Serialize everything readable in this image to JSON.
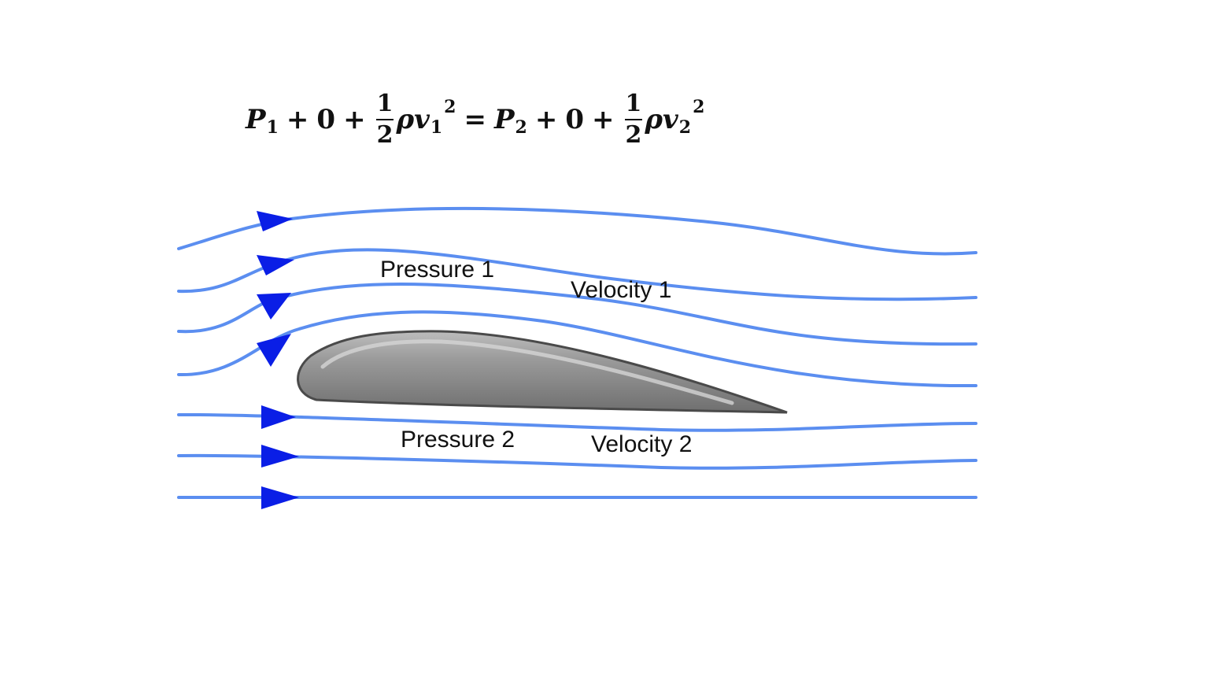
{
  "equation": {
    "lhs_pressure": "P",
    "lhs_pressure_sub": "1",
    "plus": "+",
    "zero": "0",
    "frac_num": "1",
    "frac_den": "2",
    "rho": "ρ",
    "velocity": "v",
    "lhs_velocity_sub": "1",
    "squared": "2",
    "equals": "=",
    "rhs_pressure": "P",
    "rhs_pressure_sub": "2",
    "rhs_velocity_sub": "2"
  },
  "labels": {
    "pressure_1": "Pressure 1",
    "velocity_1": "Velocity 1",
    "pressure_2": "Pressure 2",
    "velocity_2": "Velocity 2"
  },
  "colors": {
    "streamline": "#5b8ef0",
    "arrow": "#0a1ee6",
    "airfoil_fill": "#8c8c8c",
    "airfoil_edge": "#4a4a4a"
  }
}
